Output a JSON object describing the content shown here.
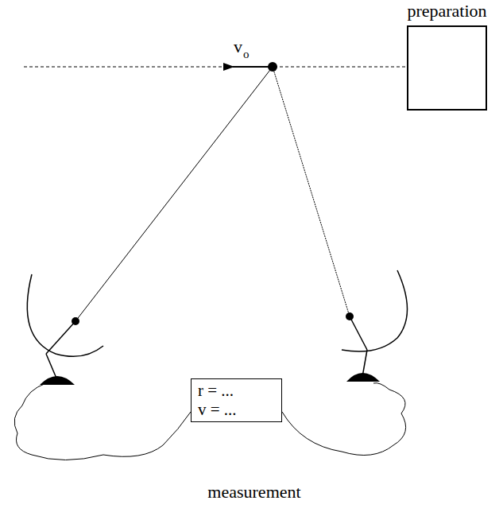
{
  "diagram": {
    "nodes": [
      {
        "text": [
          "preparation"
        ]
      },
      {
        "text": [
          "r = ...",
          "v = ..."
        ]
      }
    ],
    "labels": [
      "v",
      "o",
      "measurement"
    ]
  }
}
